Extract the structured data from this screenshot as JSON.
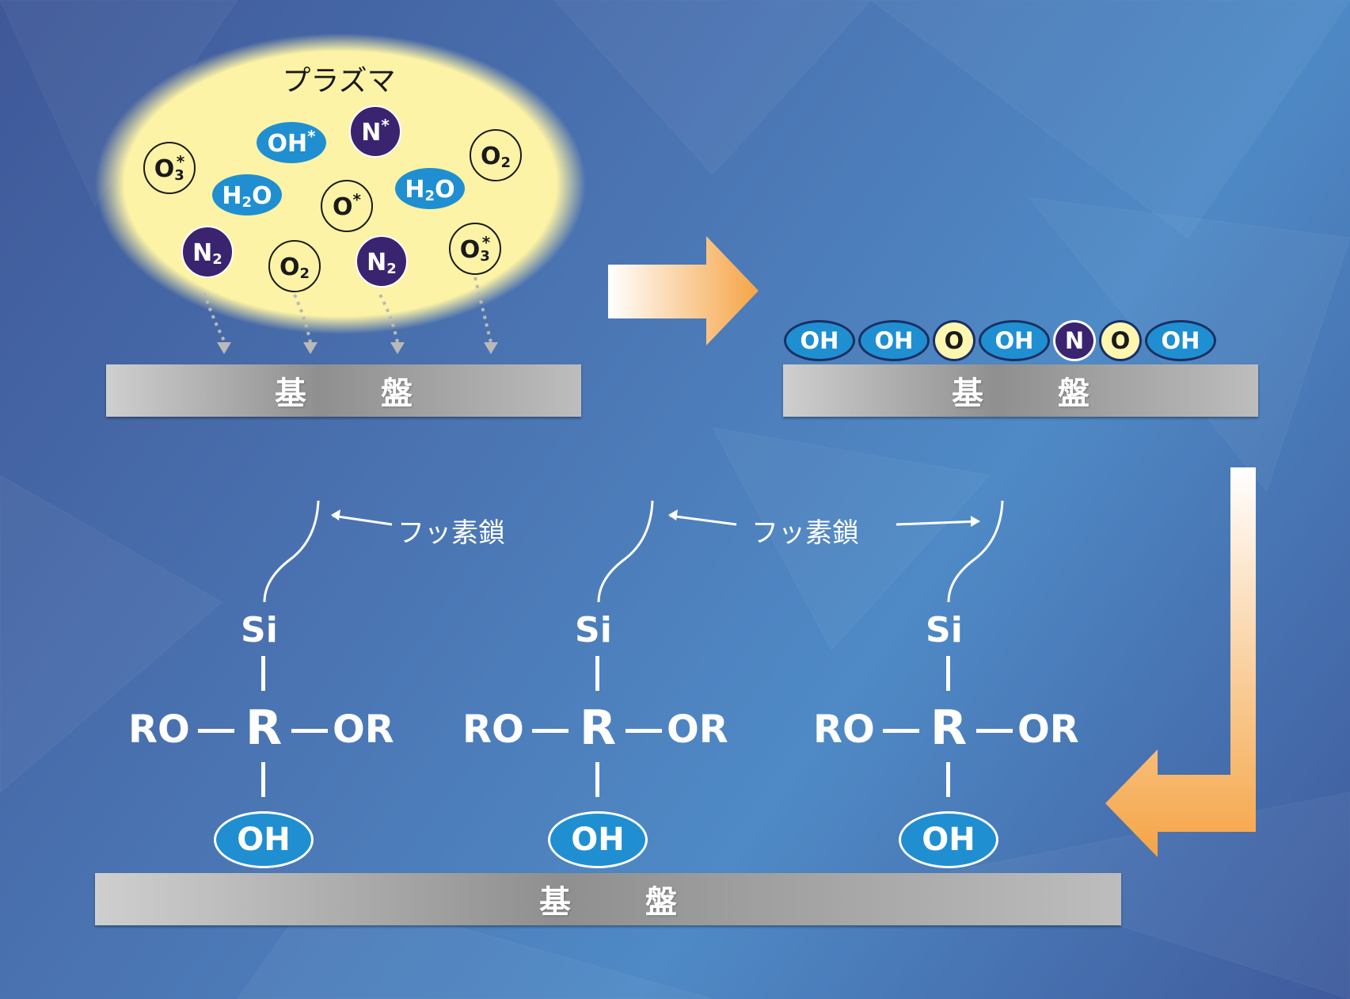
{
  "plasma": {
    "title": "プラズマ",
    "particles": [
      {
        "label": "O",
        "sub": "3",
        "sup": "*",
        "kind": "ring"
      },
      {
        "label": "OH",
        "sub": "",
        "sup": "*",
        "kind": "blue"
      },
      {
        "label": "N",
        "sub": "",
        "sup": "*",
        "kind": "purple"
      },
      {
        "label": "O",
        "sub": "2",
        "sup": "",
        "kind": "ring"
      },
      {
        "label": "H",
        "sub": "2",
        "sup": "",
        "tail": "O",
        "kind": "blue"
      },
      {
        "label": "O",
        "sub": "",
        "sup": "*",
        "kind": "ring"
      },
      {
        "label": "H",
        "sub": "2",
        "sup": "",
        "tail": "O",
        "kind": "blue"
      },
      {
        "label": "N",
        "sub": "2",
        "sup": "",
        "kind": "purple"
      },
      {
        "label": "O",
        "sub": "2",
        "sup": "",
        "kind": "ring"
      },
      {
        "label": "N",
        "sub": "2",
        "sup": "",
        "kind": "purple"
      },
      {
        "label": "O",
        "sub": "3",
        "sup": "*",
        "kind": "ring"
      }
    ]
  },
  "substrate_label": "基 盤",
  "surface_groups": [
    "OH",
    "OH",
    "O",
    "OH",
    "N",
    "O",
    "OH"
  ],
  "fluorine_chain_label": "フッ素鎖",
  "molecule": {
    "si": "Si",
    "r": "R",
    "ro": "RO",
    "or": "OR",
    "oh": "OH"
  },
  "colors": {
    "arrow": "#f5a445",
    "oh": "#1f8fd1",
    "n": "#3a2470",
    "o": "#fff6b0",
    "plasma": "#fdf3a6"
  }
}
